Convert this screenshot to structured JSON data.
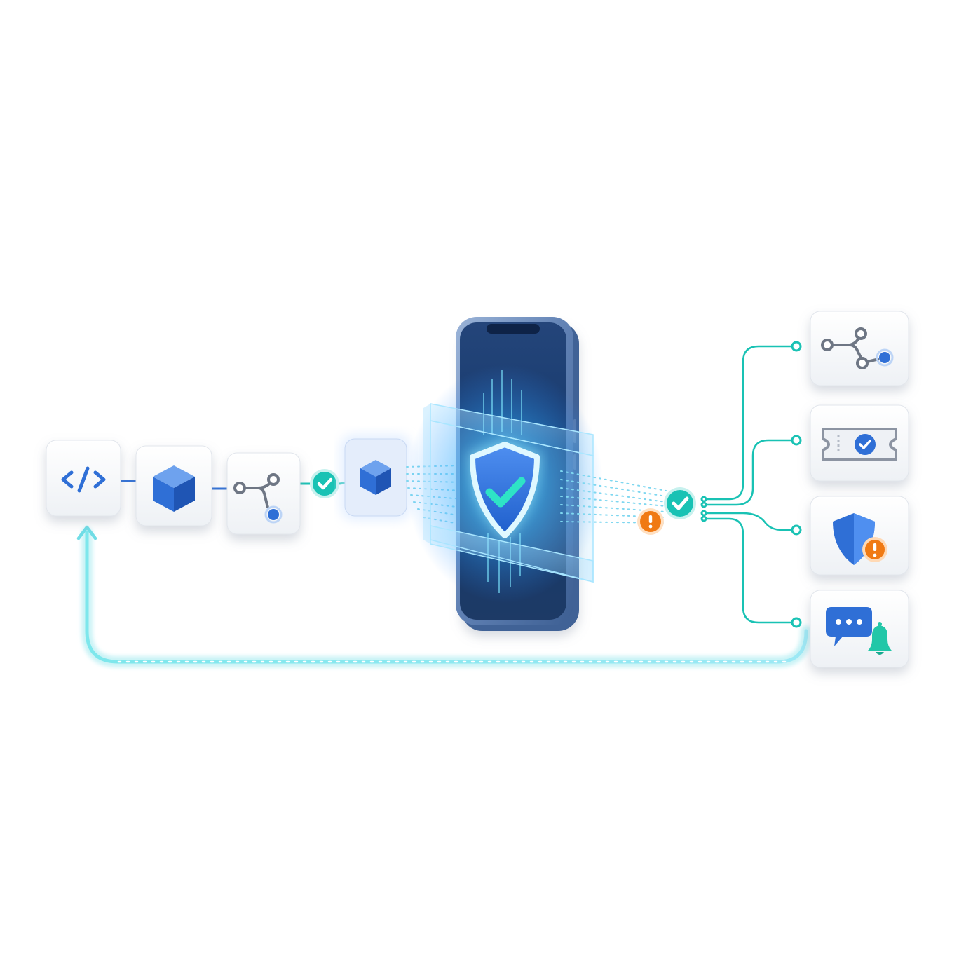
{
  "colors": {
    "tile_face": "#f8fafc",
    "tile_edge": "#e4e8ee",
    "icon_blue": "#2f6fd6",
    "icon_gray": "#6e7684",
    "teal": "#19c2b4",
    "cyan_glow": "#5fe3f2",
    "warning": "#f07a14",
    "phone_frame": "#6f8fbd",
    "phone_screen": "#17325f"
  },
  "pipeline": {
    "stages": [
      {
        "name": "source-code",
        "icon": "code-brackets-icon"
      },
      {
        "name": "build-package",
        "icon": "cube-icon"
      },
      {
        "name": "version-control",
        "icon": "branch-icon"
      },
      {
        "name": "artifact",
        "icon": "cube-icon"
      }
    ],
    "center": {
      "name": "mobile-device",
      "icon": "shield-check-icon"
    },
    "outputs": [
      {
        "name": "output-branch",
        "icon": "branch-icon"
      },
      {
        "name": "output-ticket",
        "icon": "ticket-check-icon"
      },
      {
        "name": "output-security-alert",
        "icon": "shield-warning-icon"
      },
      {
        "name": "output-notification",
        "icon": "chat-bell-icon"
      }
    ],
    "status_markers": [
      "check-icon",
      "check-icon",
      "warning-icon"
    ]
  }
}
